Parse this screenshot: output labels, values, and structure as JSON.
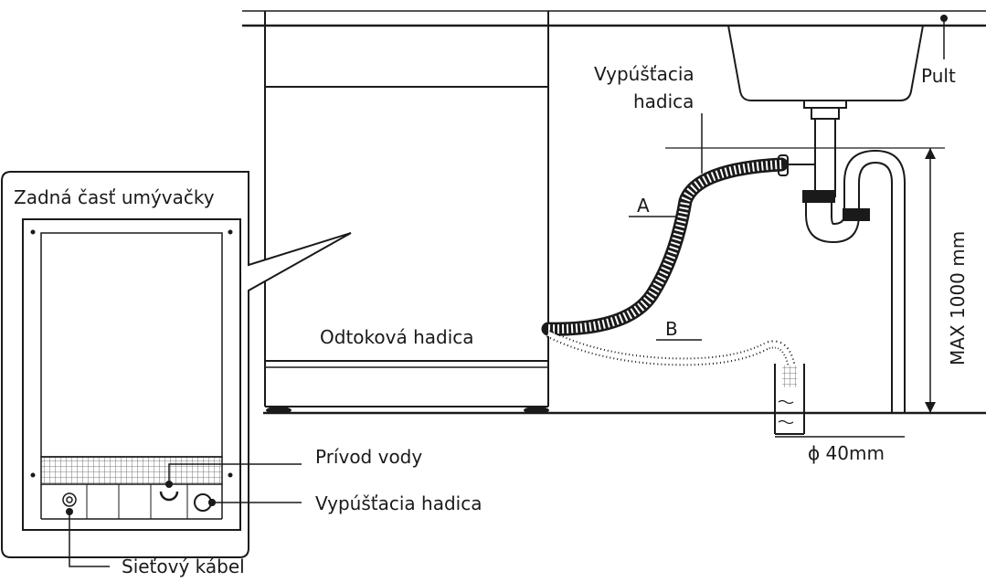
{
  "labels": {
    "back_panel_title": "Zadná časť umývačky",
    "drain_hose": "Odtoková hadica",
    "outlet_hose_top_line1": "Vypúšťacia",
    "outlet_hose_top_line2": "hadica",
    "counter": "Pult",
    "option_a": "A",
    "option_b": "B",
    "max_height": "MAX 1000 mm",
    "pipe_diameter": "ϕ 40mm",
    "water_inlet": "Prívod vody",
    "outlet_hose": "Vypúšťacia hadica",
    "power_cable": "Sieťový kábel"
  },
  "colors": {
    "line": "#1a1a1a",
    "background": "#ffffff"
  }
}
